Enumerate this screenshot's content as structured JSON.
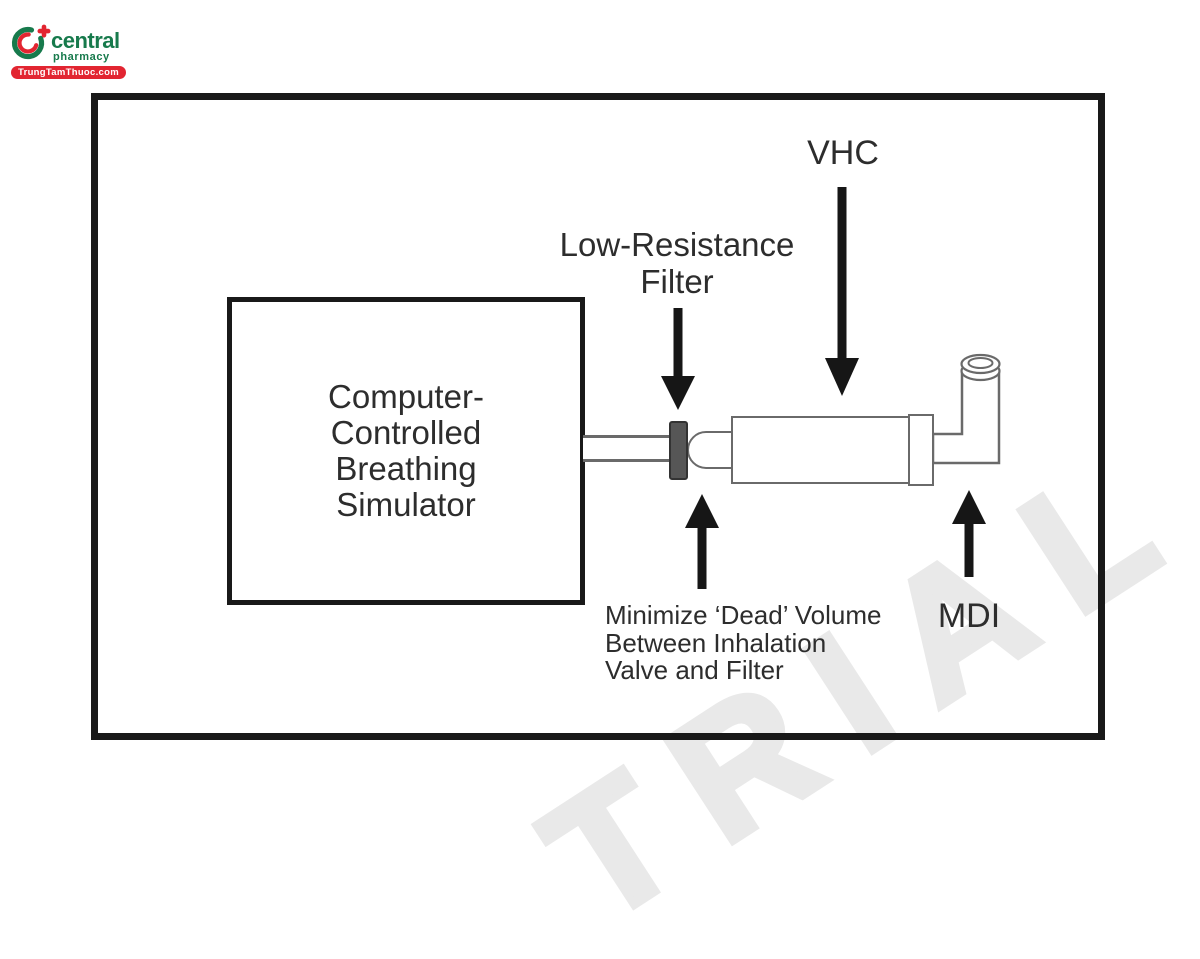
{
  "logo": {
    "brand": "central",
    "tagline": "pharmacy",
    "badge": "TrungTamThuoc.com",
    "green": "#177a4c",
    "red": "#e22531"
  },
  "figure": {
    "watermark": "TRIAL",
    "simulator_box": {
      "lines": [
        "Computer-",
        "Controlled",
        "Breathing",
        "Simulator"
      ]
    },
    "vhc_label": "VHC",
    "filter_label": {
      "lines": [
        "Low-Resistance",
        "Filter"
      ]
    },
    "dead_volume_note": {
      "lines": [
        "Minimize ‘Dead’ Volume",
        "Between Inhalation",
        "Valve and Filter"
      ]
    },
    "mdi_label": "MDI",
    "ink": "#2d2d2d",
    "arrow_black": "#161616",
    "outline_gray": "#6a6a6a",
    "filter_fill": "#565656",
    "watermark_gray": "#e9e9e9"
  }
}
